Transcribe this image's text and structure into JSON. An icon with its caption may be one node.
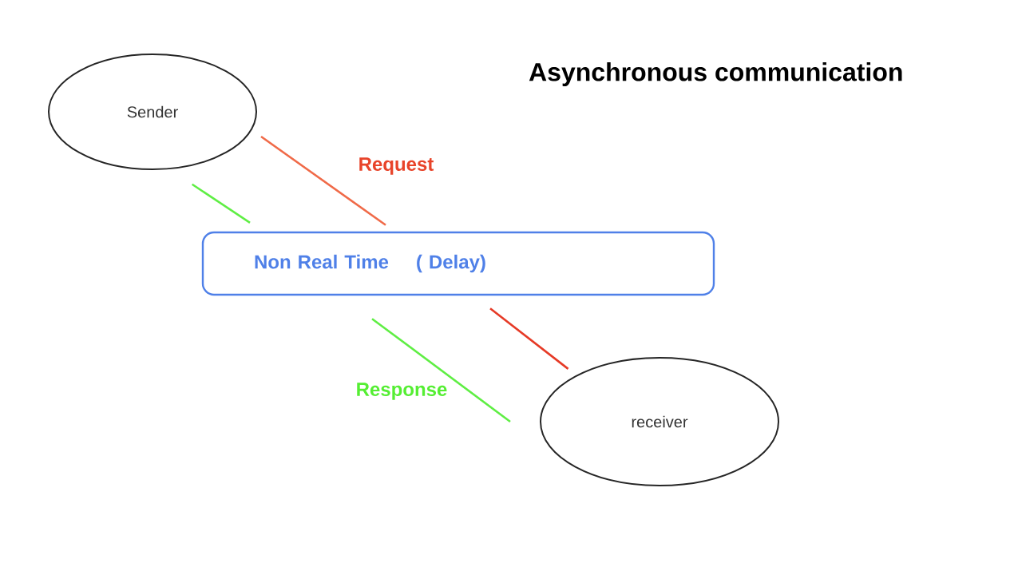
{
  "diagram": {
    "title": "Asynchronous communication",
    "nodes": [
      {
        "text": [
          "Sender"
        ]
      },
      {
        "text": [
          "Non Real Time",
          "( Delay)"
        ]
      },
      {
        "text": [
          "receiver"
        ]
      }
    ],
    "edges": [
      {
        "from": 0,
        "to": 1,
        "arrow": "none",
        "label": "Request",
        "color": "#f06a48"
      },
      {
        "from": 1,
        "to": 2,
        "arrow": "none",
        "color": "#e63a26"
      },
      {
        "from": 2,
        "to": 1,
        "arrow": "none",
        "label": "Response",
        "color": "#5fee44"
      },
      {
        "from": 1,
        "to": 0,
        "arrow": "none",
        "color": "#5fee44"
      }
    ]
  }
}
